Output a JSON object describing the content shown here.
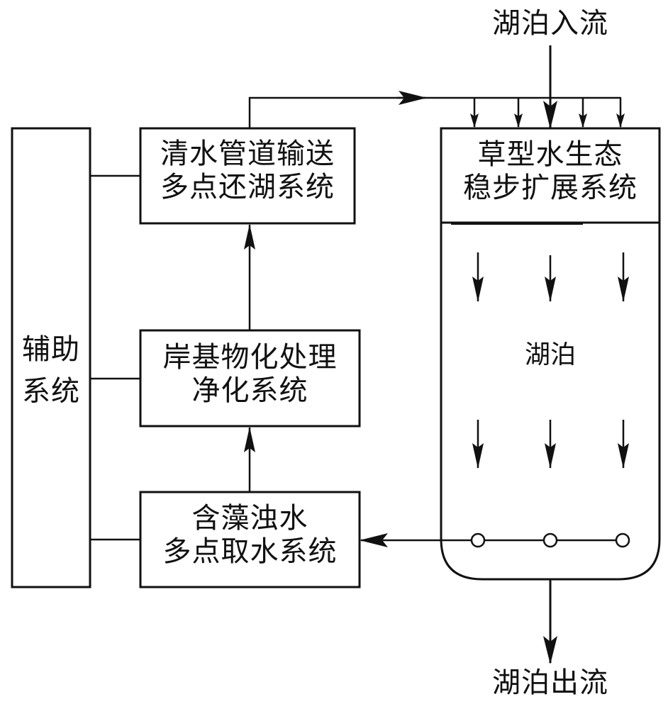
{
  "diagram": {
    "title": "",
    "nodes": {
      "auxiliary": {
        "label_line1": "辅助",
        "label_line2": "系统"
      },
      "clean_water_return": {
        "label_line1": "清水管道输送",
        "label_line2": "多点还湖系统"
      },
      "onshore_treatment": {
        "label_line1": "岸基物化处理",
        "label_line2": "净化系统"
      },
      "algae_intake": {
        "label_line1": "含藻浊水",
        "label_line2": "多点取水系统"
      },
      "grass_ecology": {
        "label_line1": "草型水生态",
        "label_line2": "稳步扩展系统"
      },
      "lake": {
        "label": "湖泊"
      }
    },
    "terminals": {
      "inflow": "湖泊入流",
      "outflow": "湖泊出流"
    },
    "edges": [
      {
        "from": "algae_intake",
        "to": "onshore_treatment",
        "type": "arrow"
      },
      {
        "from": "onshore_treatment",
        "to": "clean_water_return",
        "type": "arrow"
      },
      {
        "from": "clean_water_return",
        "to": "grass_ecology",
        "type": "arrow-multipoint"
      },
      {
        "from": "inflow",
        "to": "grass_ecology",
        "type": "arrow"
      },
      {
        "from": "grass_ecology",
        "to": "lake",
        "type": "flow-arrows"
      },
      {
        "from": "lake",
        "to": "algae_intake",
        "type": "arrow-multipoint-intake"
      },
      {
        "from": "lake",
        "to": "outflow",
        "type": "arrow"
      },
      {
        "from": "auxiliary",
        "to": "clean_water_return",
        "type": "line"
      },
      {
        "from": "auxiliary",
        "to": "onshore_treatment",
        "type": "line"
      },
      {
        "from": "auxiliary",
        "to": "algae_intake",
        "type": "line"
      }
    ]
  }
}
